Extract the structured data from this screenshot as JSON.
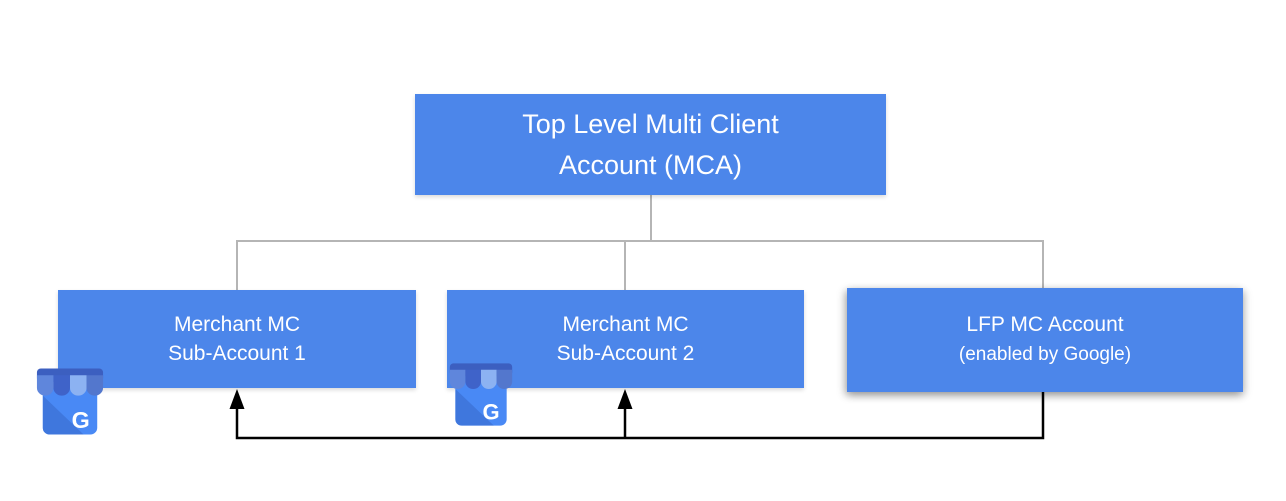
{
  "diagram": {
    "type": "account-hierarchy",
    "background": "#ffffff",
    "nodes": {
      "mca": {
        "line1": "Top Level Multi Client",
        "line2": "Account (MCA)"
      },
      "sub1": {
        "line1": "Merchant MC",
        "line2": "Sub-Account 1"
      },
      "sub2": {
        "line1": "Merchant MC",
        "line2": "Sub-Account 2"
      },
      "lfp": {
        "line1": "LFP MC Account",
        "line2": "(enabled by Google)"
      }
    },
    "edges": [
      {
        "from": "mca",
        "to": "sub1",
        "style": "tree-line"
      },
      {
        "from": "mca",
        "to": "sub2",
        "style": "tree-line"
      },
      {
        "from": "mca",
        "to": "lfp",
        "style": "tree-line"
      },
      {
        "from": "lfp",
        "to": "sub1",
        "style": "black-arrow"
      },
      {
        "from": "lfp",
        "to": "sub2",
        "style": "black-arrow"
      }
    ],
    "icons": [
      {
        "name": "google-my-business-icon",
        "attached_to": "sub1"
      },
      {
        "name": "google-my-business-icon",
        "attached_to": "sub2"
      }
    ],
    "colors": {
      "node_fill": "#4c86ea",
      "node_text": "#ffffff",
      "tree_line": "#b5b5b5",
      "arrow_line": "#000000"
    }
  }
}
